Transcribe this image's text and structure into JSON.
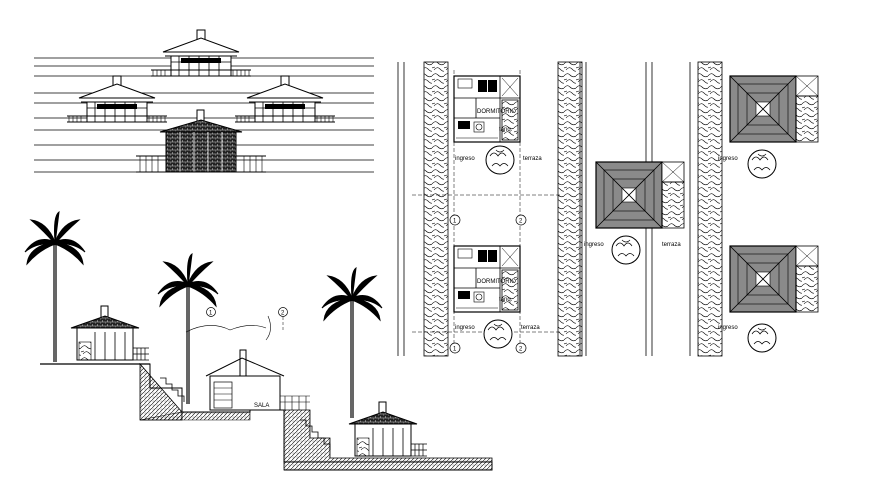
{
  "plan_labels": {
    "dormitorio": "DORMITORIO",
    "ingreso": "ingreso",
    "terraza": "terraza",
    "tanque": "tanq.",
    "axis_1": "1",
    "axis_2": "2"
  },
  "section_labels": {
    "sala": "SALA",
    "axis_1": "1",
    "axis_2": "2"
  },
  "colors": {
    "line": "#000000",
    "roof_fill": "#7f7f7f",
    "background": "#ffffff"
  }
}
